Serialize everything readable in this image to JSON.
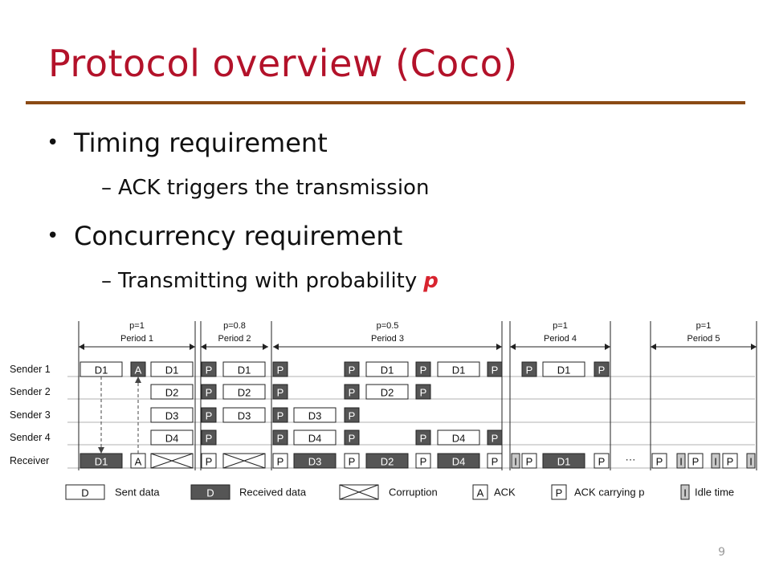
{
  "slide": {
    "title": "Protocol overview (Coco)",
    "bullets": [
      {
        "text": "Timing requirement",
        "sub": "ACK triggers the transmission"
      },
      {
        "text": "Concurrency requirement",
        "sub": "Transmitting with probability",
        "emph": "p"
      }
    ],
    "dash": "–",
    "bullet_glyph": "•",
    "page_number": "9"
  },
  "diagram": {
    "periods": [
      {
        "p": "p=1",
        "label": "Period 1"
      },
      {
        "p": "p=0.8",
        "label": "Period 2"
      },
      {
        "p": "p=0.5",
        "label": "Period 3"
      },
      {
        "p": "p=1",
        "label": "Period 4"
      },
      {
        "p": "p=1",
        "label": "Period 5"
      }
    ],
    "rows": [
      "Sender 1",
      "Sender 2",
      "Sender 3",
      "Sender 4",
      "Receiver"
    ],
    "ellipsis": "···",
    "legend": {
      "sent_box": "D",
      "sent_label": "Sent data",
      "recv_box": "D",
      "recv_label": "Received data",
      "corrupt_label": "Corruption",
      "ack_box": "A",
      "ack_label": "ACK",
      "ackp_box": "P",
      "ackp_label": "ACK carrying p",
      "idle_box": "I",
      "idle_label": "Idle time"
    },
    "colors": {
      "received": "#555555",
      "ack_dark": "#555555",
      "idle": "#c8c8c8",
      "title": "#b3122a",
      "rule": "#8b4a14",
      "p_emph": "#d8242f"
    }
  }
}
